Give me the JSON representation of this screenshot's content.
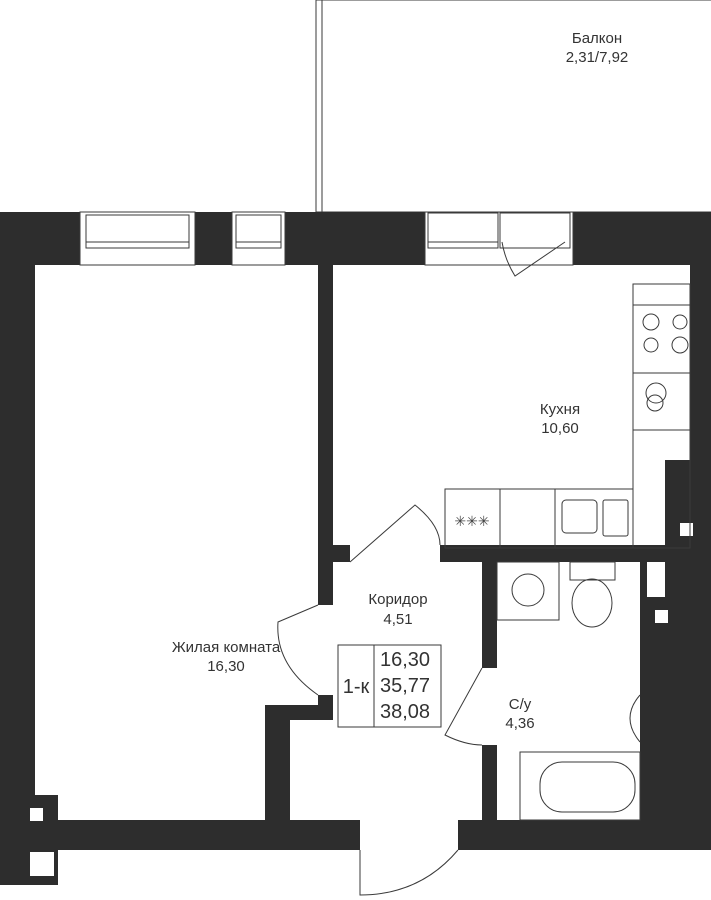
{
  "rooms": {
    "balcony": {
      "name": "Балкон",
      "area": "2,31/7,92"
    },
    "kitchen": {
      "name": "Кухня",
      "area": "10,60"
    },
    "corridor": {
      "name": "Коридор",
      "area": "4,51"
    },
    "living": {
      "name": "Жилая комната",
      "area": "16,30"
    },
    "bathroom": {
      "name": "С/у",
      "area": "4,36"
    }
  },
  "summary": {
    "type": "1-к",
    "living_area": "16,30",
    "total_area": "35,77",
    "total_with_balcony": "38,08"
  },
  "colors": {
    "wall": "#2d2d2d",
    "line": "#3a3a3a"
  }
}
